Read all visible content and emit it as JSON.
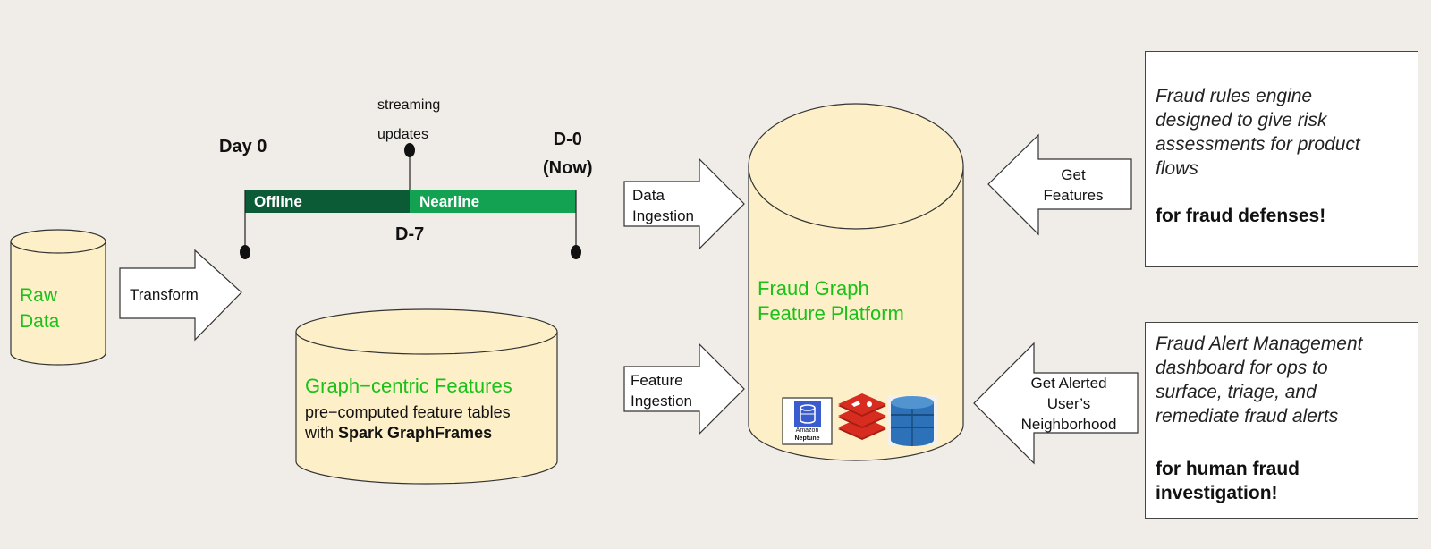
{
  "raw_data": {
    "line1": "Raw",
    "line2": "Data"
  },
  "transform_label": "Transform",
  "timeline": {
    "day0": "Day 0",
    "streaming_line1": "streaming",
    "streaming_line2": "updates",
    "d0_line1": "D-0",
    "d0_line2": "(Now)",
    "offline": "Offline",
    "nearline": "Nearline",
    "d7": "D-7"
  },
  "graph_features": {
    "title": "Graph−centric Features",
    "line1": "pre−computed feature tables",
    "line2_prefix": "with ",
    "line2_bold": "Spark GraphFrames"
  },
  "data_ingestion": {
    "line1": "Data",
    "line2": "Ingestion"
  },
  "feature_ingestion": {
    "line1": "Feature",
    "line2": "Ingestion"
  },
  "platform": {
    "line1": "Fraud Graph",
    "line2": "Feature Platform",
    "neptune_line1": "Amazon",
    "neptune_line2": "Neptune"
  },
  "get_features": {
    "line1": "Get",
    "line2": "Features"
  },
  "get_alerted": {
    "line1": "Get Alerted",
    "line2": "User’s",
    "line3": "Neighborhood"
  },
  "rules_box": {
    "line1": "Fraud rules engine",
    "line2": "designed to give risk",
    "line3": "assessments for product",
    "line4": "flows",
    "bold": "for fraud defenses!"
  },
  "alert_box": {
    "line1": "Fraud Alert Management",
    "line2": "dashboard for ops to",
    "line3": "surface, triage, and",
    "line4": "remediate fraud alerts",
    "bold1": "for human fraud",
    "bold2": "investigation!"
  },
  "colors": {
    "cylinder": "#fdf0c8",
    "green_text": "#19c119",
    "offline_bar": "#0b5c36",
    "nearline_bar": "#12a252"
  }
}
